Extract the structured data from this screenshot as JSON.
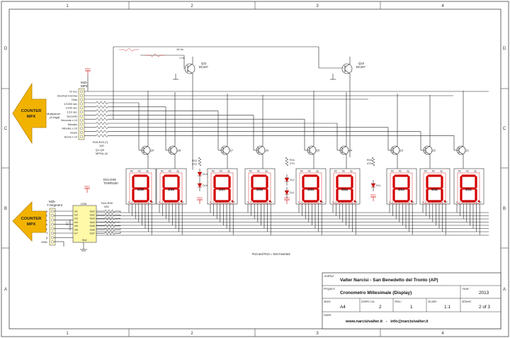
{
  "frame": {
    "columns": [
      "1",
      "2",
      "3",
      "4"
    ],
    "rows": [
      "D",
      "C",
      "B",
      "A"
    ]
  },
  "connectors": {
    "top": {
      "label": "COUNTER\nMPX",
      "title": "M1b",
      "subtitle": "MPX",
      "pins": [
        "+6 Vcc",
        "Decimal Comma",
        "Dots",
        "1/1000 sec",
        "1/100 sec",
        "1/10 sec",
        "Seconds",
        "Seconds x 10",
        "Minutes",
        "Minutes x 10",
        "Hours",
        "Hours x 10"
      ],
      "group_label": "Multiplexer",
      "group_sub": "(9-Digit)"
    },
    "bottom": {
      "label": "COUNTER\nMPX",
      "title": "M2b",
      "subtitle": "7-Segment",
      "pins": [
        "a",
        "b",
        "c",
        "d",
        "e",
        "f",
        "g",
        "GND"
      ]
    }
  },
  "resistors": {
    "r15_label": "R15-R23 (*)",
    "r15_value": "100",
    "r24_label": "R24-R30",
    "r24_value": "330",
    "r12_label": "R12",
    "r12_value": "270",
    "r11_label": "R11",
    "r11_value": "270",
    "r10_label": "R10",
    "r10_value": "470"
  },
  "transistors": {
    "q11": {
      "name": "Q11",
      "part": "BC337"
    },
    "q10": {
      "name": "Q10",
      "part": "BC337"
    },
    "q1_q9": {
      "name": "Q1-Q9",
      "part": "MPSA-42"
    },
    "list": [
      "Q9",
      "Q8",
      "Q7",
      "Q6",
      "Q5",
      "Q4",
      "Q3",
      "Q2",
      "Q1"
    ]
  },
  "signals": {
    "hz": "10 Hz",
    "one_hz": "1 Hz",
    "vcc": "VCC"
  },
  "ic": {
    "name": "ULN2003",
    "ref": "IC7",
    "com": "COM",
    "gnd": "Gnd",
    "inputs": [
      "In1",
      "In2",
      "In3",
      "In4",
      "In5",
      "In6",
      "In7"
    ],
    "outputs": [
      "Out1",
      "Out2",
      "Out3",
      "Out4",
      "Out5",
      "Out6",
      "Out7"
    ]
  },
  "displays": {
    "label": "DS1-DS9",
    "part": "TDSR5150",
    "digits": [
      "DS9",
      "DS8",
      "DS7",
      "DS6",
      "DS5",
      "DS4",
      "DS3",
      "DS2",
      "DS1"
    ],
    "pin_labels": [
      "a",
      "b",
      "c",
      "d",
      "e",
      "f",
      "g",
      "dp"
    ],
    "top_pins": [
      "AC",
      "AC",
      "dp"
    ]
  },
  "leds": {
    "dl": [
      "DL3",
      "DL4",
      "DL2",
      "DL1",
      "DL1"
    ]
  },
  "note": "R13 and R14 = Not mounted",
  "titleblock": {
    "author_label": "Author:",
    "author": "Valter Narcisi - San Benedetto del Tronto (AP)",
    "project_label": "Project:",
    "project": "Cronometro Millesimale (Display)",
    "year_label": "Year:",
    "year": "2013",
    "size_label": "Size:",
    "size": "A4",
    "dwg_label": "DWG no.",
    "dwg": "2",
    "rev_label": "Rev.:",
    "rev": "1",
    "scale_label": "Scale:",
    "scale": "1:1",
    "sheet_label": "Sheet:",
    "sheet": "2 of 3",
    "note_label": "Note:",
    "website": "www.narcisivalter.it   -   info@narcisivalter.it"
  }
}
